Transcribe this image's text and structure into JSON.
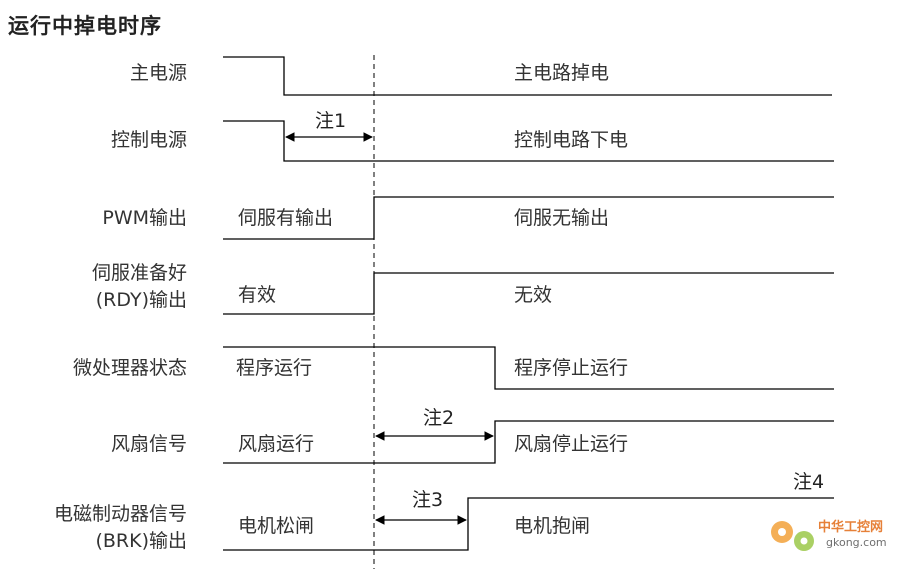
{
  "title": "运行中掉电时序",
  "signals": {
    "main_power": {
      "label": "主电源",
      "state_after": "主电路掉电"
    },
    "control_power": {
      "label": "控制电源",
      "state_after": "控制电路下电"
    },
    "pwm": {
      "label": "PWM输出",
      "state_before": "伺服有输出",
      "state_after": "伺服无输出"
    },
    "rdy": {
      "label_line1": "伺服准备好",
      "label_line2": "(RDY)输出",
      "state_before": "有效",
      "state_after": "无效"
    },
    "mcu": {
      "label": "微处理器状态",
      "state_before": "程序运行",
      "state_after": "程序停止运行"
    },
    "fan": {
      "label": "风扇信号",
      "state_before": "风扇运行",
      "state_after": "风扇停止运行"
    },
    "brk": {
      "label_line1": "电磁制动器信号",
      "label_line2": "(BRK)输出",
      "state_before": "电机松闸",
      "state_after": "电机抱闸"
    }
  },
  "notes": {
    "n1": "注1",
    "n2": "注2",
    "n3": "注3",
    "n4": "注4"
  },
  "watermark": {
    "brand": "中华工控网",
    "domain": "gkong.com",
    "icon": "gear-icon"
  },
  "colors": {
    "line": "#000000",
    "watermark": "#e26a16"
  }
}
